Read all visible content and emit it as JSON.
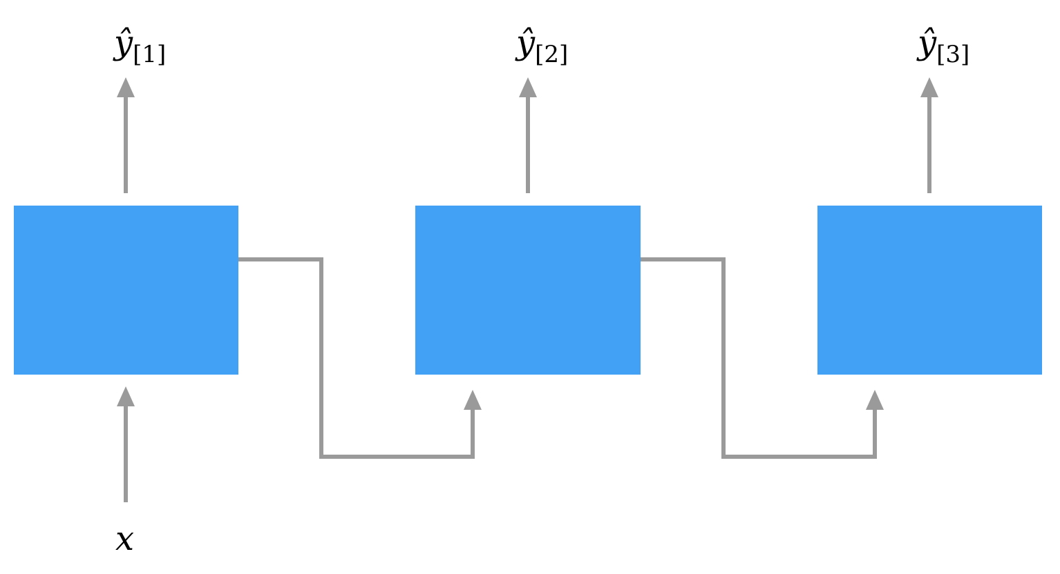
{
  "diagram": {
    "input_label": "x",
    "outputs": [
      {
        "symbol": "ŷ",
        "subscript": "[1]"
      },
      {
        "symbol": "ŷ",
        "subscript": "[2]"
      },
      {
        "symbol": "ŷ",
        "subscript": "[3]"
      }
    ],
    "colors": {
      "block": "#42a1f5",
      "arrow": "#9a9a9a",
      "text": "#000000"
    }
  }
}
